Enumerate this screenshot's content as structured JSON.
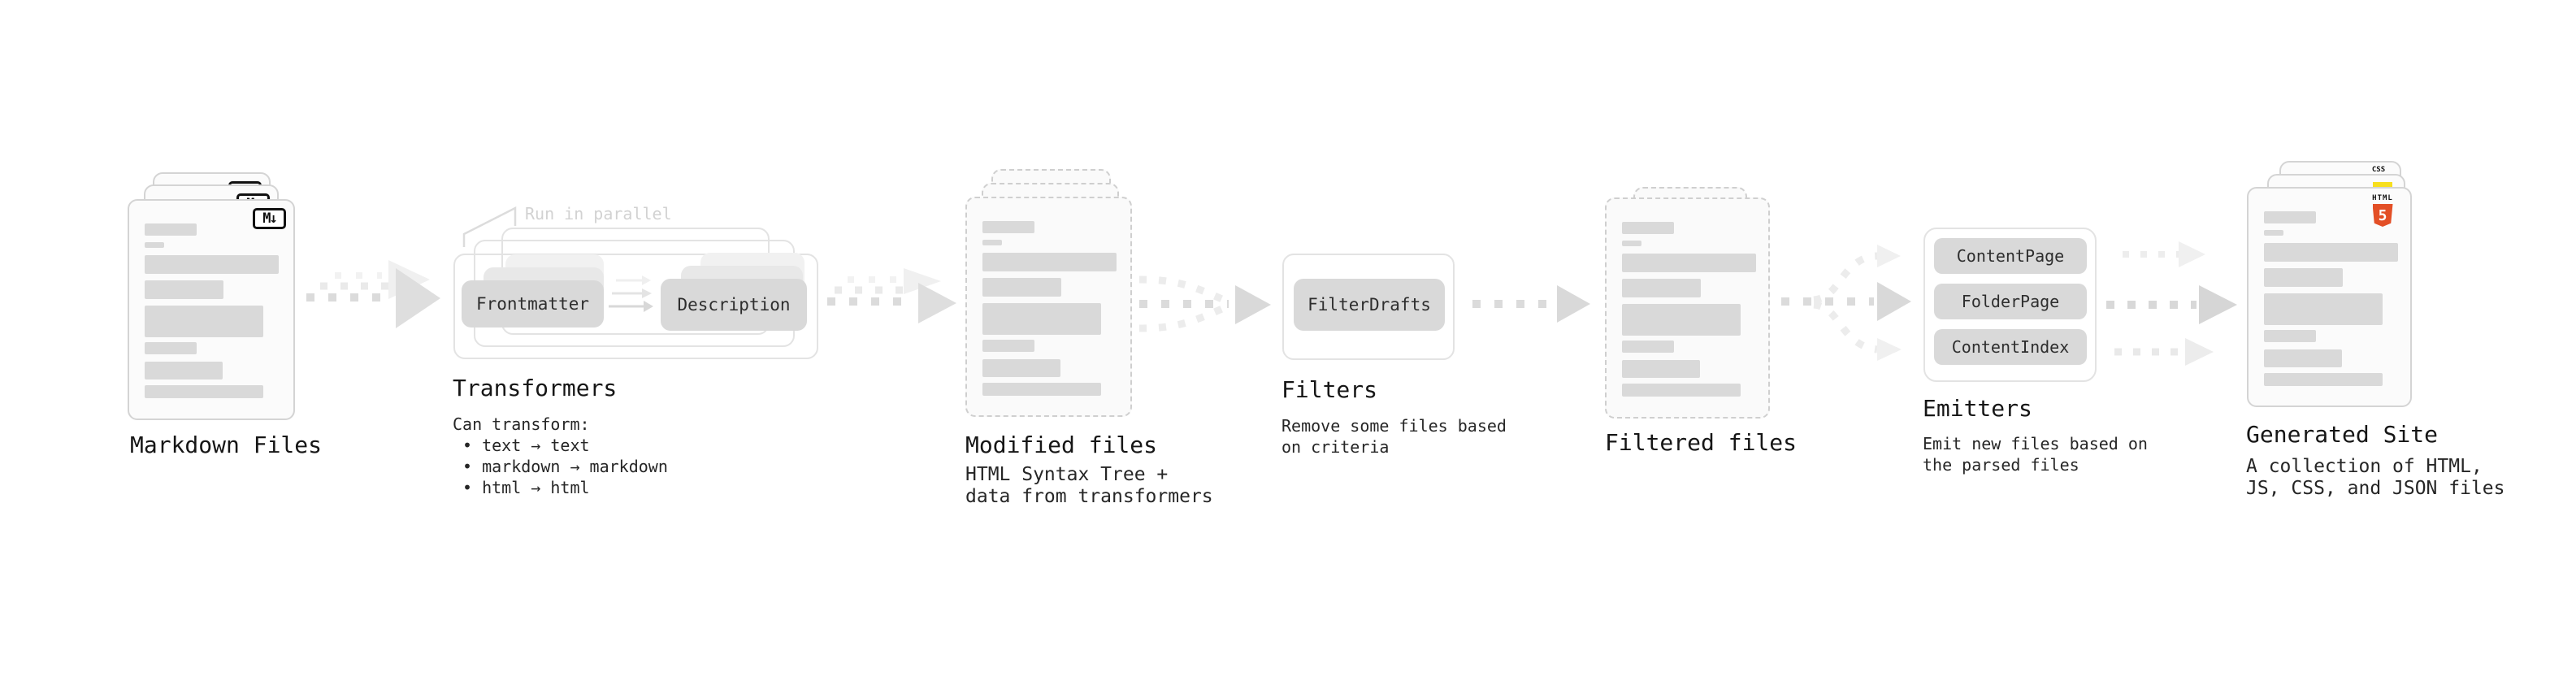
{
  "markdown": {
    "label": "Markdown Files",
    "badge": "M↓"
  },
  "transformers": {
    "heading": "Transformers",
    "callout": "Run in parallel",
    "frontmatter": "Frontmatter",
    "description": "Description",
    "notes": [
      "Can transform:",
      "• text → text",
      "• markdown → markdown",
      "• html → html"
    ]
  },
  "modified": {
    "label": "Modified files",
    "notes": [
      "HTML Syntax Tree +",
      "data from transformers"
    ]
  },
  "filters": {
    "heading": "Filters",
    "filter_drafts": "FilterDrafts",
    "notes": [
      "Remove some files based",
      "on criteria"
    ]
  },
  "filtered": {
    "label": "Filtered files"
  },
  "emitters": {
    "heading": "Emitters",
    "content_page": "ContentPage",
    "folder_page": "FolderPage",
    "content_index": "ContentIndex",
    "notes": [
      "Emit new files based on",
      "the parsed files"
    ]
  },
  "generated": {
    "label": "Generated Site",
    "notes": [
      "A collection of HTML,",
      "JS, CSS, and JSON files"
    ],
    "css_badge": "CSS",
    "html_badge": "HTML",
    "html_number": "5"
  },
  "colors": {
    "html5_orange": "#e34f26",
    "css_blue": "#2760e6",
    "js_yellow": "#f7df1e",
    "bar_gray": "#d9d9d9",
    "arrow_gray": "#d9d9d9",
    "card_border": "#d4d4d4"
  },
  "flow": [
    {
      "from": "Markdown Files",
      "to": "Transformers",
      "style": "dissolve-arrow"
    },
    {
      "from": "Transformers",
      "to": "Modified files",
      "style": "dissolve-arrow"
    },
    {
      "from": "Modified files",
      "to": "Filters",
      "style": "converge-arrow"
    },
    {
      "from": "Filters",
      "to": "Filtered files",
      "style": "dashed-arrow"
    },
    {
      "from": "Filtered files",
      "to": "Emitters",
      "style": "diverge-arrow"
    },
    {
      "from": "Emitters",
      "to": "Generated Site",
      "style": "triple-dashed-arrow"
    }
  ]
}
